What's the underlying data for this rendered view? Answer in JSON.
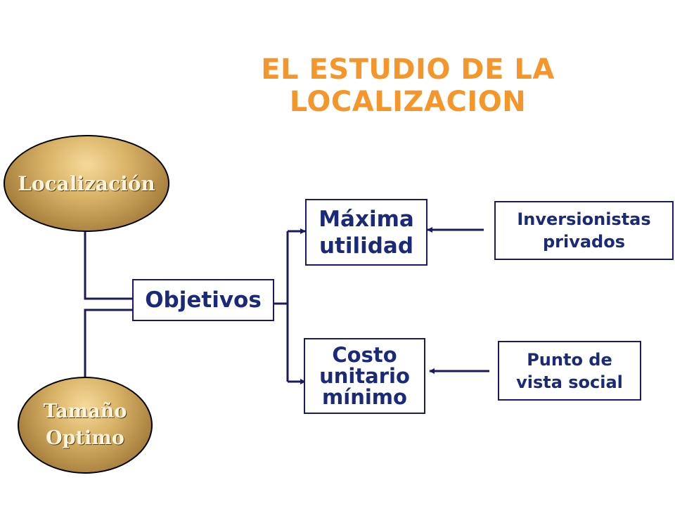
{
  "title": {
    "line1": "EL ESTUDIO DE LA",
    "line2": "LOCALIZACION"
  },
  "nodes": {
    "localizacion": "Localización",
    "tamano": {
      "line1": "Tamaño",
      "line2": "Optimo"
    },
    "objetivos": "Objetivos",
    "maxima": {
      "line1": "Máxima",
      "line2": "utilidad"
    },
    "costo": {
      "line1": "Costo",
      "line2": "unitario",
      "line3": "mínimo"
    },
    "inversionistas": {
      "line1": "Inversionistas",
      "line2": "privados"
    },
    "punto": {
      "line1": "Punto de",
      "line2": "vista social"
    }
  },
  "colors": {
    "title": "#f5962a",
    "box_text": "#1a2a78",
    "connector": "#1a1a5e",
    "oval_fill": "#c9a258"
  }
}
